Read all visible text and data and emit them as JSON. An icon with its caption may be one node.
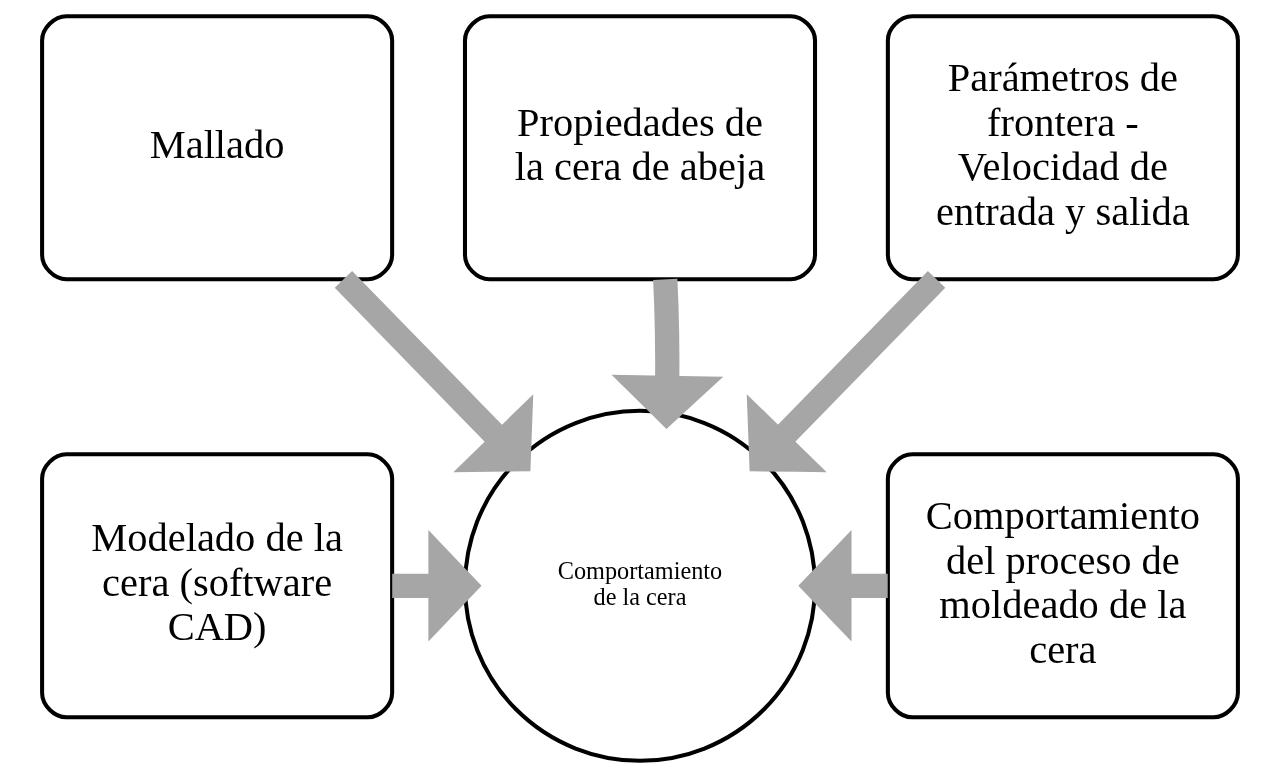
{
  "diagram": {
    "nodes": [
      {
        "text": [
          "Propiedades de la cera de abeja"
        ]
      },
      {
        "text": [
          "Mallado"
        ]
      },
      {
        "text": [
          "Parámetros de frontera - Velocidad de entrada y salida"
        ]
      },
      {
        "text": [
          "Modelado de la cera (software CAD)"
        ]
      },
      {
        "text": [
          "Comportamiento de la cera"
        ]
      },
      {
        "text": [
          "Comportamiento del proceso de moldeado de la cera"
        ]
      }
    ],
    "edges": [
      {
        "from": 1,
        "to": 4,
        "arrow": "to"
      },
      {
        "from": 0,
        "to": 4,
        "arrow": "to"
      },
      {
        "from": 2,
        "to": 4,
        "arrow": "to"
      },
      {
        "from": 3,
        "to": 4,
        "arrow": "to"
      },
      {
        "from": 5,
        "to": 4,
        "arrow": "to"
      }
    ]
  }
}
